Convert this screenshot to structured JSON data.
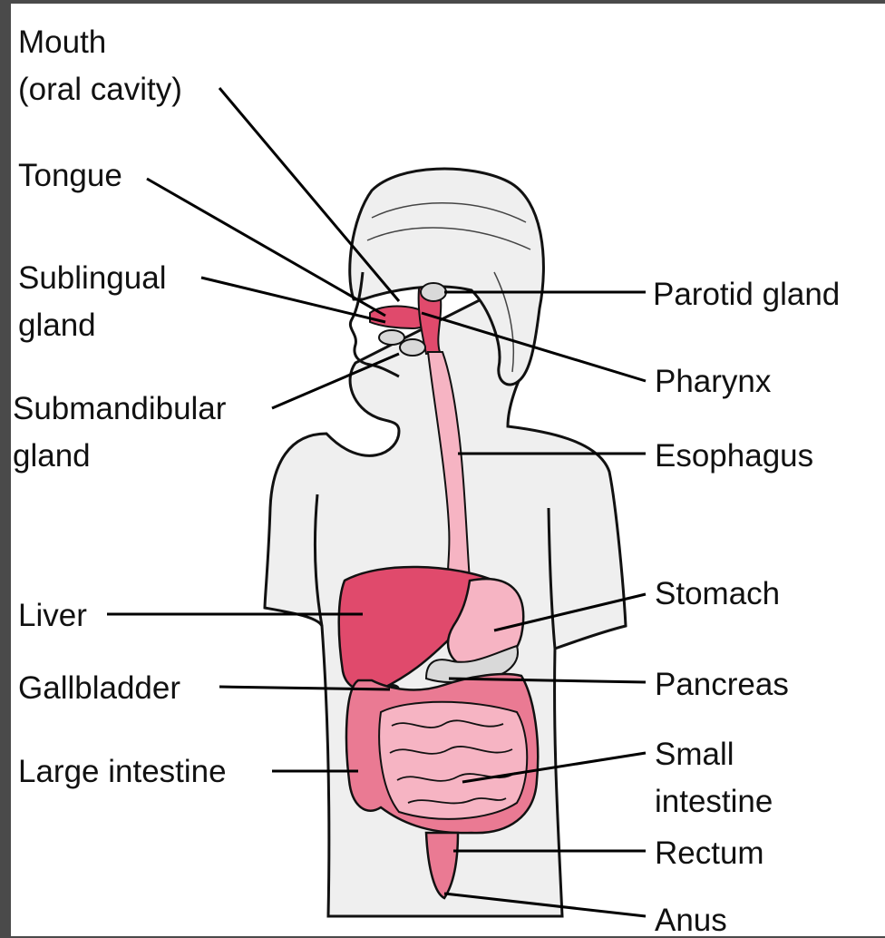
{
  "colors": {
    "frame": "#4a4a4a",
    "paper": "#ffffff",
    "body_fill": "#efefef",
    "outline": "#111111",
    "organ_dark": "#e04a6c",
    "organ_mid": "#ea7a93",
    "organ_light": "#f6b4c3",
    "gland": "#d9d9d9",
    "pointer": "#000000"
  },
  "labels": {
    "mouth_1": "Mouth",
    "mouth_2": "(oral cavity)",
    "tongue": "Tongue",
    "sublingual_1": "Sublingual",
    "sublingual_2": "gland",
    "submandibular_1": "Submandibular",
    "submandibular_2": "gland",
    "liver": "Liver",
    "gallbladder": "Gallbladder",
    "large_intestine": "Large intestine",
    "parotid": "Parotid gland",
    "pharynx": "Pharynx",
    "esophagus": "Esophagus",
    "stomach": "Stomach",
    "pancreas": "Pancreas",
    "small_intestine_1": "Small",
    "small_intestine_2": "intestine",
    "rectum": "Rectum",
    "anus": "Anus"
  }
}
